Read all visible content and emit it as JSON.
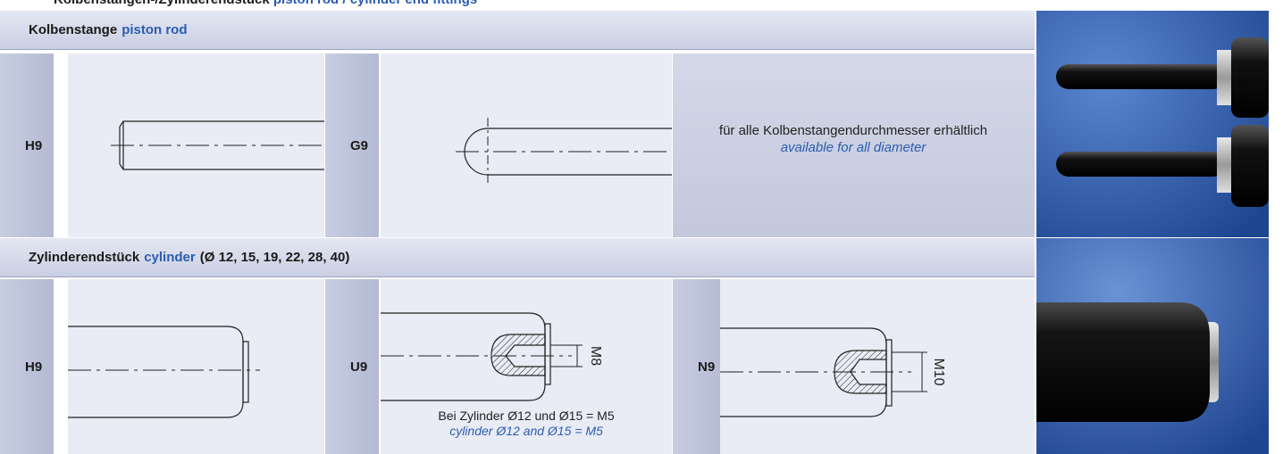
{
  "header_strip": {
    "text_de": "Kolbenstangen-/Zylinderendstück",
    "text_en": "piston rod / cylinder end fittings"
  },
  "piston_section": {
    "title_de": "Kolbenstange",
    "title_en": "piston rod",
    "variants": [
      {
        "code": "H9"
      },
      {
        "code": "G9"
      }
    ],
    "note_de": "für alle Kolbenstangendurchmesser erhältlich",
    "note_en": "available for all diameter"
  },
  "cylinder_section": {
    "title_de": "Zylinderendstück",
    "title_en": "cylinder",
    "title_sizes": "(Ø 12, 15, 19, 22, 28, 40)",
    "variants": [
      {
        "code": "H9"
      },
      {
        "code": "U9",
        "thread": "M8"
      },
      {
        "code": "N9",
        "thread": "M10"
      }
    ],
    "note_de": "Bei Zylinder Ø12 und Ø15 = M5",
    "note_en": "cylinder Ø12 and Ø15 = M5"
  },
  "colors": {
    "accent_blue": "#2a5db0",
    "panel_bg": "#e9ebf5",
    "label_bg": "#b9bfd6",
    "photo_blue": "#2a5aa8"
  }
}
